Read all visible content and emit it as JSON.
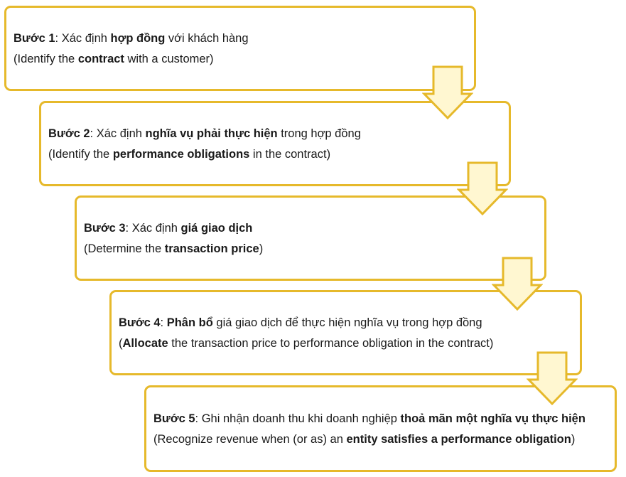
{
  "accent_color": "#e6b92b",
  "arrow_fill": "#fff7d1",
  "steps": [
    {
      "vi": [
        {
          "t": "Bước 1",
          "b": true
        },
        {
          "t": ": Xác định ",
          "b": false
        },
        {
          "t": "hợp đồng",
          "b": true
        },
        {
          "t": " với khách hàng",
          "b": false
        }
      ],
      "en": [
        {
          "t": "(Identify the ",
          "b": false
        },
        {
          "t": "contract",
          "b": true
        },
        {
          "t": " with a customer)",
          "b": false
        }
      ]
    },
    {
      "vi": [
        {
          "t": "Bước 2",
          "b": true
        },
        {
          "t": ": Xác định ",
          "b": false
        },
        {
          "t": "nghĩa vụ phải thực hiện",
          "b": true
        },
        {
          "t": " trong hợp đồng",
          "b": false
        }
      ],
      "en": [
        {
          "t": "(Identify the ",
          "b": false
        },
        {
          "t": "performance obligations",
          "b": true
        },
        {
          "t": " in the contract)",
          "b": false
        }
      ]
    },
    {
      "vi": [
        {
          "t": "Bước 3",
          "b": true
        },
        {
          "t": ": Xác định ",
          "b": false
        },
        {
          "t": "giá giao dịch",
          "b": true
        }
      ],
      "en": [
        {
          "t": "(Determine the ",
          "b": false
        },
        {
          "t": "transaction price",
          "b": true
        },
        {
          "t": ")",
          "b": false
        }
      ]
    },
    {
      "vi": [
        {
          "t": "Bước 4",
          "b": true
        },
        {
          "t": ": ",
          "b": false
        },
        {
          "t": "Phân bổ",
          "b": true
        },
        {
          "t": " giá giao dịch để thực hiện nghĩa vụ trong hợp đồng",
          "b": false
        }
      ],
      "en": [
        {
          "t": "(",
          "b": false
        },
        {
          "t": "Allocate",
          "b": true
        },
        {
          "t": " the transaction price to performance obligation in the contract)",
          "b": false
        }
      ]
    },
    {
      "vi": [
        {
          "t": "Bước 5",
          "b": true
        },
        {
          "t": ": Ghi nhận doanh thu khi doanh nghiệp ",
          "b": false
        },
        {
          "t": "thoả mãn một nghĩa vụ thực hiện",
          "b": true
        }
      ],
      "en": [
        {
          "t": "(Recognize revenue when (or as) an ",
          "b": false
        },
        {
          "t": "entity satisfies a performance obligation",
          "b": true
        },
        {
          "t": ")",
          "b": false
        }
      ]
    }
  ]
}
